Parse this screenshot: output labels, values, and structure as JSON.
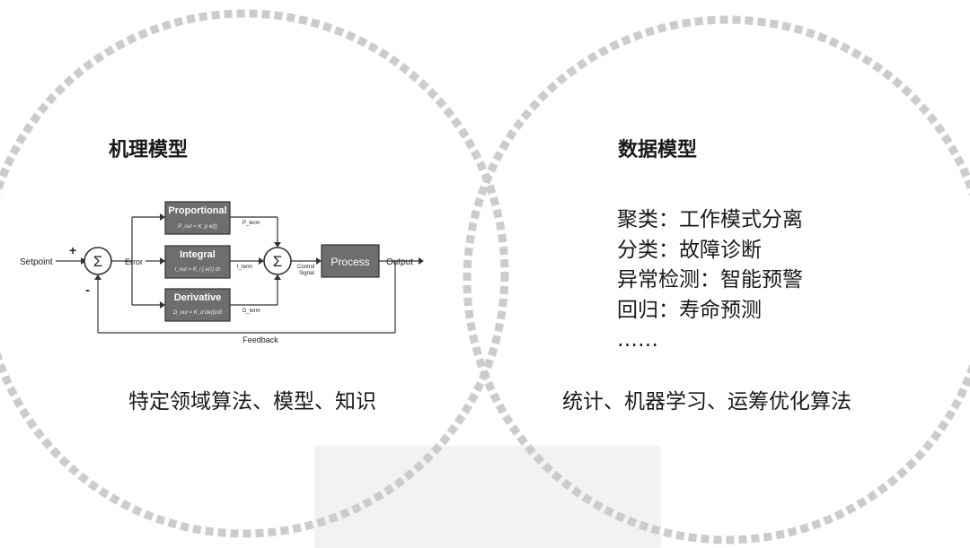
{
  "left": {
    "title": "机理模型",
    "caption": "特定领域算法、模型、知识",
    "pid": {
      "setpoint": "Setpoint",
      "plus": "+",
      "minus": "-",
      "sigma": "Σ",
      "error": "Error",
      "proportional": "Proportional",
      "proportional_formula": "P_out = K_p e(t)",
      "integral": "Integral",
      "integral_formula": "I_out = K_i ∫ e(τ) dτ",
      "derivative": "Derivative",
      "derivative_formula": "D_out = K_d de(t)/dt",
      "p_term": "P_term",
      "i_term": "I_term",
      "d_term": "D_term",
      "control_signal_1": "Control",
      "control_signal_2": "Signal",
      "process": "Process",
      "output": "Output",
      "feedback": "Feedback"
    }
  },
  "right": {
    "title": "数据模型",
    "items": [
      "聚类：工作模式分离",
      "分类：故障诊断",
      "异常检测：智能预警",
      "回归：寿命预测",
      "……"
    ],
    "caption": "统计、机器学习、运筹优化算法"
  },
  "colors": {
    "dash_ring": "#cccccc",
    "block_fill": "#6e6e6e",
    "line": "#333333"
  }
}
